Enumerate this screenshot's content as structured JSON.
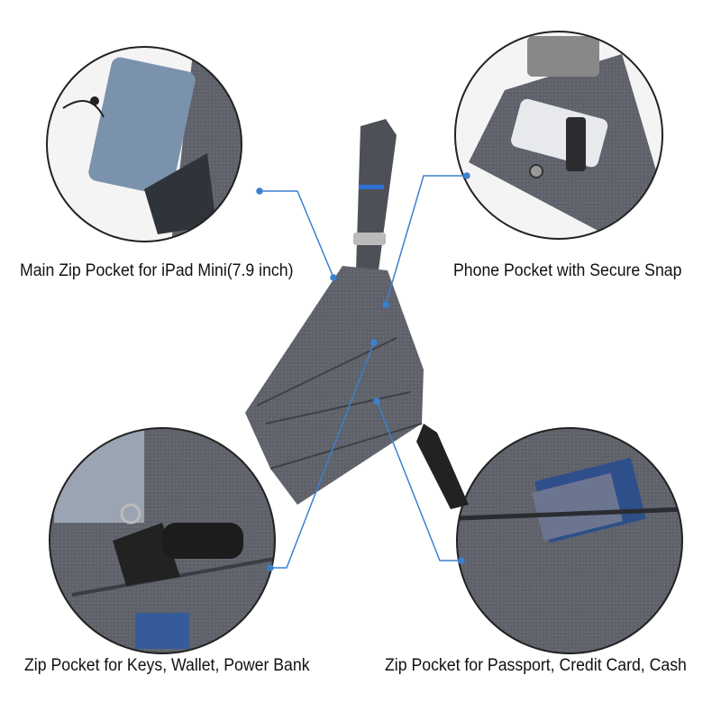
{
  "callouts": [
    {
      "label": "Main Zip Pocket for iPad Mini(7.9 inch)"
    },
    {
      "label": "Phone Pocket with Secure Snap"
    },
    {
      "label": "Zip Pocket for Keys, Wallet, Power Bank"
    },
    {
      "label": "Zip Pocket for Passport, Credit Card, Cash"
    }
  ],
  "colors": {
    "fabric": "#5d6068",
    "fabric_dark": "#3f4249",
    "callout_line": "#3b80cf",
    "circle_border": "#222222"
  }
}
